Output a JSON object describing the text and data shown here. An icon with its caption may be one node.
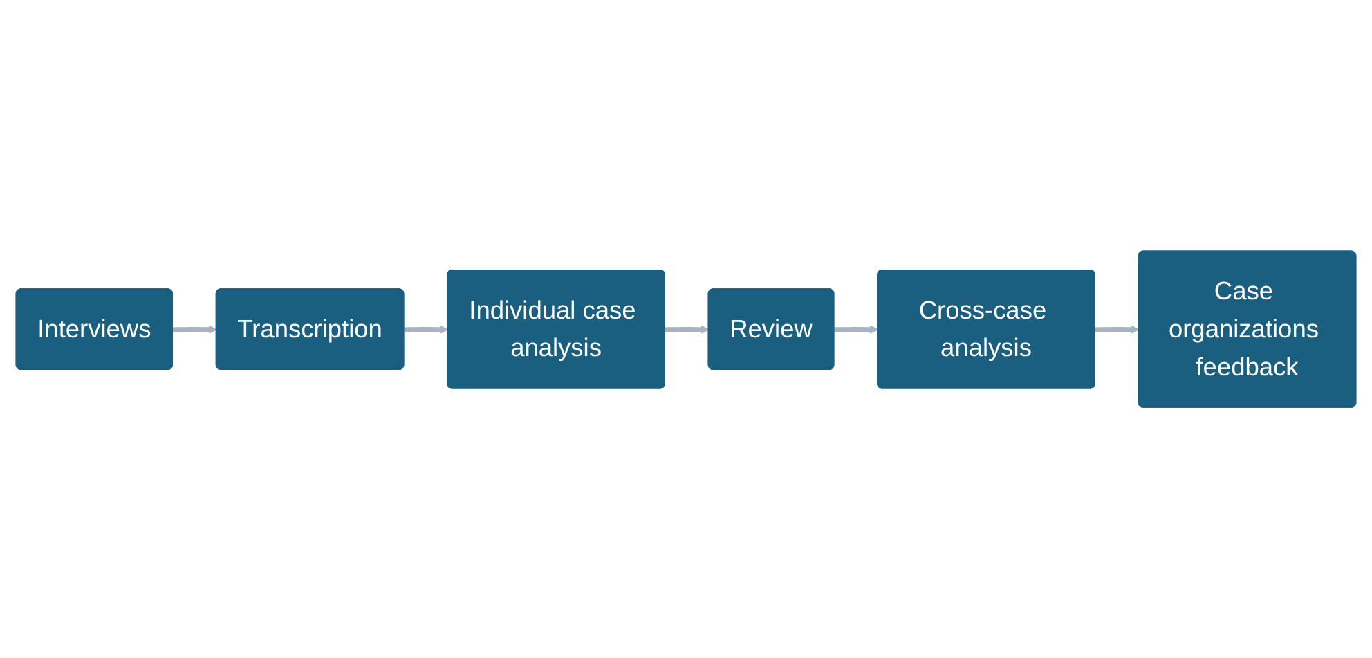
{
  "diagram": {
    "nodes": [
      {
        "text": [
          "Interviews"
        ]
      },
      {
        "text": [
          "Transcription"
        ]
      },
      {
        "text": [
          "Individual case analysis"
        ]
      },
      {
        "text": [
          "Review"
        ]
      },
      {
        "text": [
          "Cross-case analysis"
        ]
      },
      {
        "text": [
          "Case organizations feedback"
        ]
      }
    ],
    "edges": [
      {
        "from": 0,
        "to": 1,
        "arrow": "to"
      },
      {
        "from": 1,
        "to": 2,
        "arrow": "to"
      },
      {
        "from": 2,
        "to": 3,
        "arrow": "to"
      },
      {
        "from": 3,
        "to": 4,
        "arrow": "to"
      },
      {
        "from": 4,
        "to": 5,
        "arrow": "to"
      }
    ]
  }
}
